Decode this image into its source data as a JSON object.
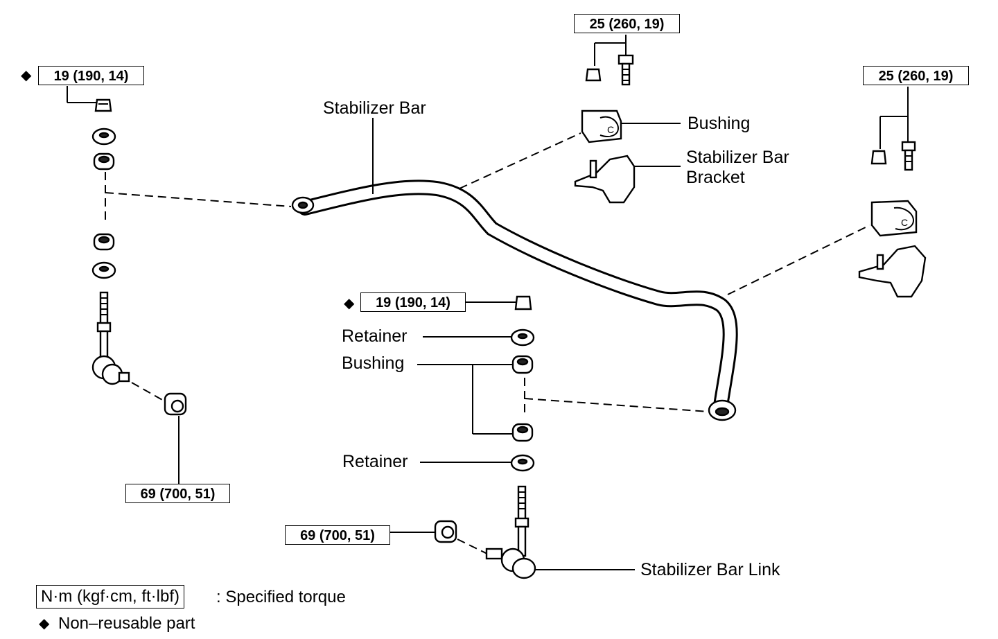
{
  "labels": {
    "stabilizer_bar": "Stabilizer Bar",
    "bushing_top": "Bushing",
    "stabilizer_bar_bracket_line1": "Stabilizer Bar",
    "stabilizer_bar_bracket_line2": "Bracket",
    "retainer_upper": "Retainer",
    "bushing_center": "Bushing",
    "retainer_lower": "Retainer",
    "stabilizer_bar_link": "Stabilizer Bar Link"
  },
  "torque": {
    "top_center": "25 (260, 19)",
    "top_right": "25 (260, 19)",
    "left_nut": "19 (190, 14)",
    "center_nut": "19 (190, 14)",
    "left_link_nut": "69 (700, 51)",
    "center_link_nut": "69 (700, 51)"
  },
  "legend": {
    "torque_unit": "N·m (kgf·cm, ft·lbf)",
    "torque_desc": ": Specified torque",
    "nonreusable_symbol": "◆",
    "nonreusable_desc": "Non–reusable part"
  }
}
